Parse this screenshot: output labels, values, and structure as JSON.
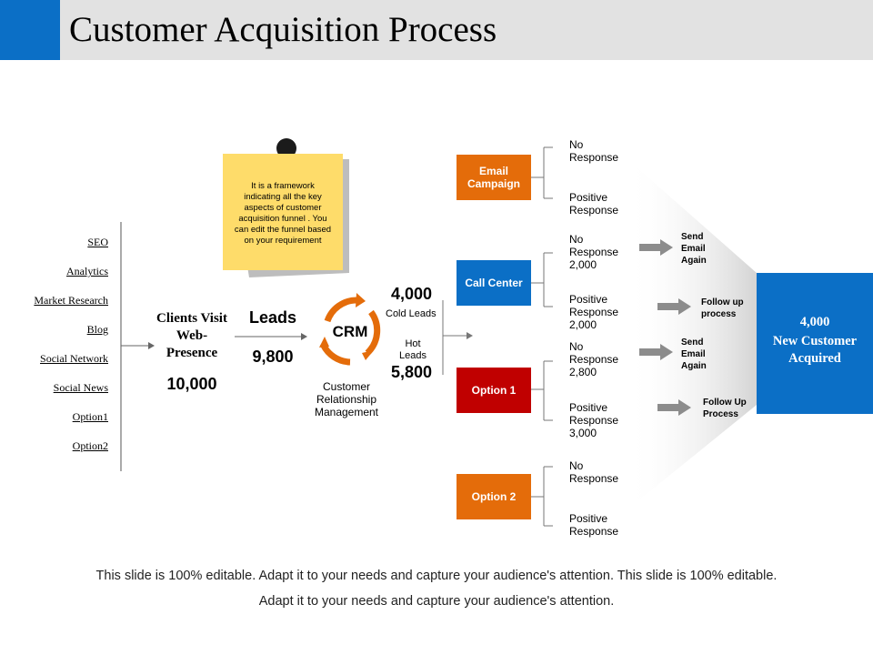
{
  "title": "Customer Acquisition Process",
  "sources": [
    "SEO",
    "Analytics",
    "Market Research",
    "Blog",
    "Social Network",
    "Social News",
    "Option1",
    "Option2"
  ],
  "visit": {
    "label": "Clients Visit Web-Presence",
    "value": "10,000"
  },
  "leads": {
    "label": "Leads",
    "value": "9,800"
  },
  "sticky_note": "It is a framework indicating all the key aspects of customer acquisition funnel . You can edit the funnel based on your requirement",
  "crm": {
    "label": "CRM",
    "caption": "Customer Relationship Management"
  },
  "cold": {
    "value": "4,000",
    "label": "Cold Leads"
  },
  "hot": {
    "label": "Hot Leads",
    "value": "5,800"
  },
  "channels": [
    {
      "label": "Email Campaign",
      "color": "#e46c0a",
      "no": "No Response",
      "pos": "Positive Response"
    },
    {
      "label": "Call Center",
      "color": "#0b6fc6",
      "no": "No Response 2,000",
      "pos": "Positive Response 2,000"
    },
    {
      "label": "Option 1",
      "color": "#c00000",
      "no": "No Response 2,800",
      "pos": "Positive Response 3,000"
    },
    {
      "label": "Option 2",
      "color": "#e46c0a",
      "no": "No Response",
      "pos": "Positive Response"
    }
  ],
  "actions": [
    "Send Email Again",
    "Follow up process",
    "Send Email Again",
    "Follow Up Process"
  ],
  "result": {
    "value": "4,000",
    "label": "New Customer Acquired"
  },
  "footer": {
    "line1": "This slide is 100% editable. Adapt it to your needs and capture your audience's attention. This slide is 100% editable.",
    "line2": "Adapt it to your needs and capture your audience's attention."
  },
  "colors": {
    "accent_blue": "#0b6fc6",
    "orange": "#e46c0a",
    "red": "#c00000",
    "sticky": "#fedc6a",
    "arrow_grey": "#8c8c8c"
  }
}
